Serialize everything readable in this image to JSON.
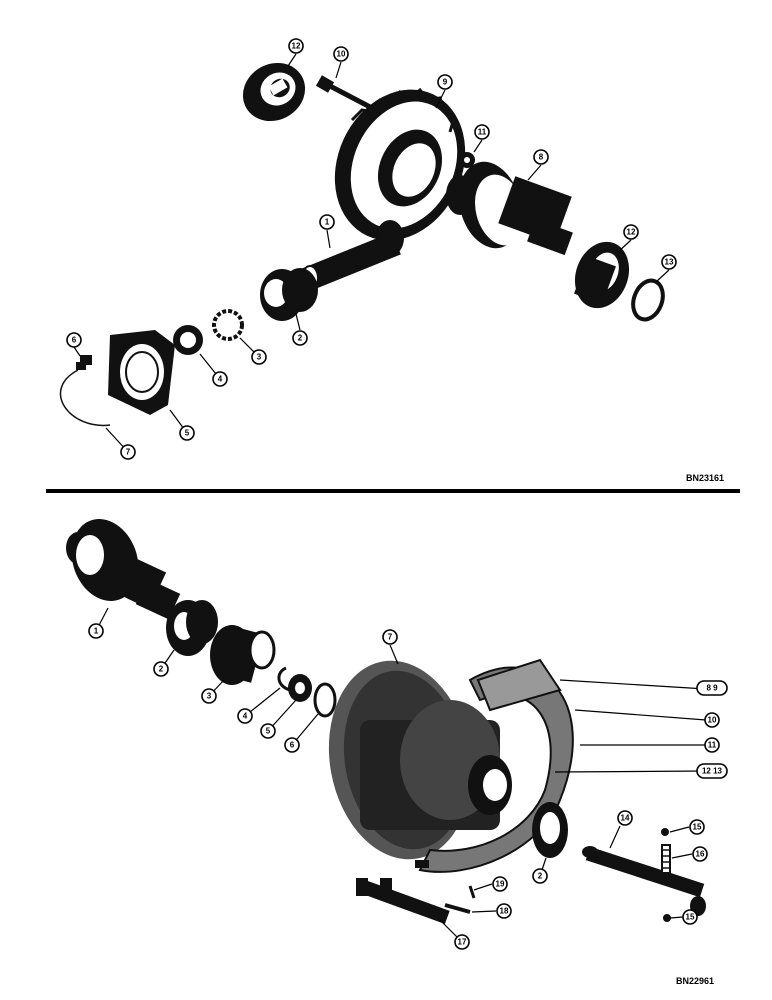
{
  "figures": [
    {
      "id": "BN23161",
      "callouts": [
        "12",
        "10",
        "9",
        "11",
        "8",
        "12",
        "13",
        "1",
        "2",
        "3",
        "4",
        "5",
        "6",
        "7"
      ]
    },
    {
      "id": "BN22961",
      "callouts": [
        "1",
        "2",
        "3",
        "4",
        "5",
        "6",
        "7",
        "8 9",
        "10",
        "11",
        "12 13",
        "14",
        "15",
        "16",
        "2",
        "19",
        "18",
        "15",
        "17"
      ]
    }
  ]
}
